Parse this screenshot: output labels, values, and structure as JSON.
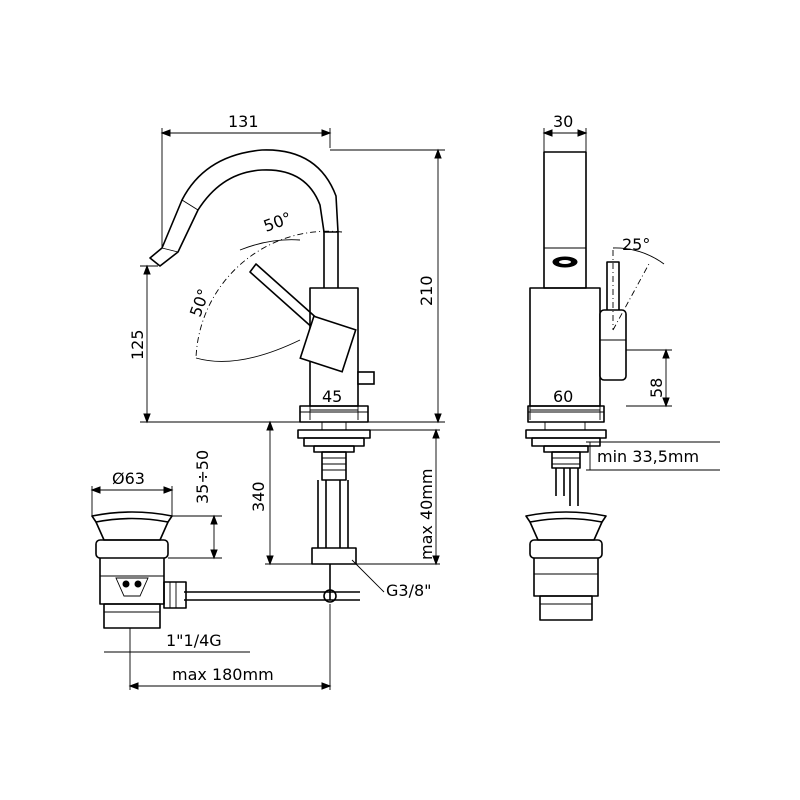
{
  "dimensions": {
    "spout_reach": "131",
    "body_width_side": "30",
    "total_height": "210",
    "spout_height": "125",
    "lever_angle_top": "50°",
    "lever_angle_left": "50°",
    "body_width_front": "45",
    "base_width_side": "60",
    "side_lever_angle": "25°",
    "lever_height": "58",
    "min_deck": "min 33,5mm",
    "max_deck": "max 40mm",
    "rod_length": "340",
    "connection": "G3/8\"",
    "waste_diameter": "Ø63",
    "waste_height": "35÷50",
    "waste_thread": "1\"1/4G",
    "max_rod": "max 180mm"
  }
}
